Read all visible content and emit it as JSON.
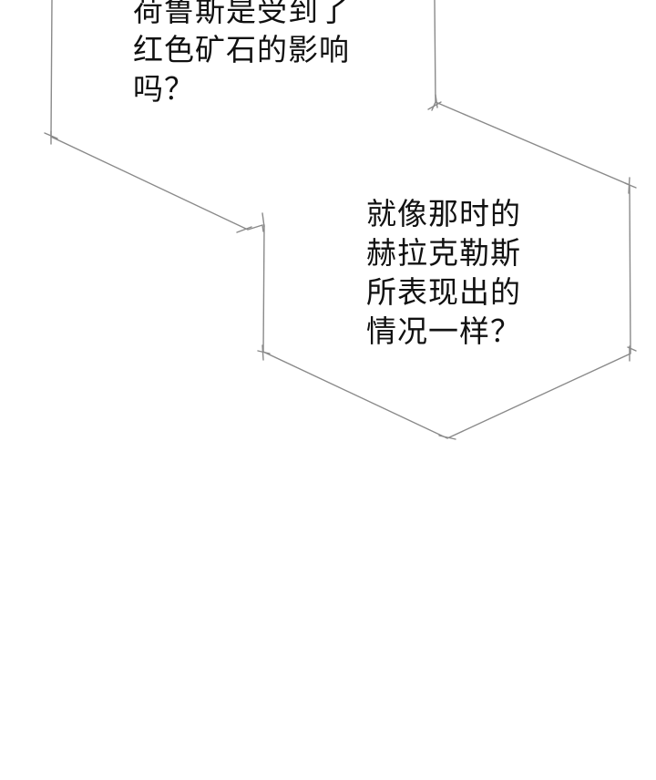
{
  "bubbles": [
    {
      "lines": [
        "荷鲁斯是受到了",
        "红色矿石的影响",
        "吗？"
      ]
    },
    {
      "lines": [
        "就像那时的",
        "赫拉克勒斯",
        "所表现出的",
        "情况一样？"
      ]
    }
  ],
  "colors": {
    "background": "#ffffff",
    "text": "#111111",
    "frame_line": "#8a8a8a"
  }
}
